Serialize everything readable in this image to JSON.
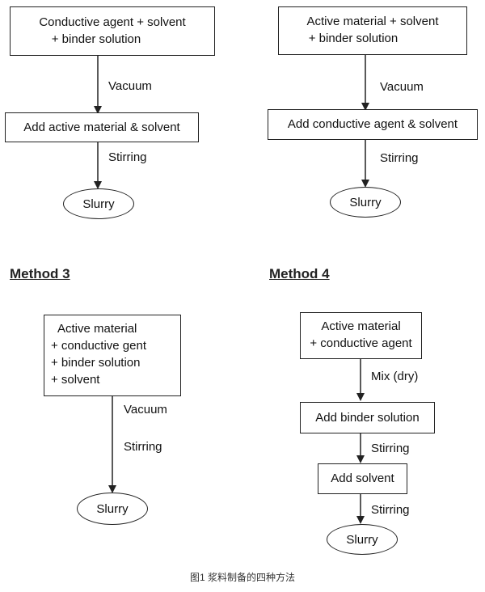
{
  "method1": {
    "box1_lines": [
      "Conductive agent + solvent",
      "+ binder solution"
    ],
    "step1_label": "Vacuum",
    "box2": "Add active material & solvent",
    "step2_label": "Stirring",
    "end": "Slurry"
  },
  "method2": {
    "box1_lines": [
      "Active material + solvent",
      "+ binder solution"
    ],
    "step1_label": "Vacuum",
    "box2": "Add conductive agent & solvent",
    "step2_label": "Stirring",
    "end": "Slurry"
  },
  "method3": {
    "heading": "Method 3",
    "box1_lines": [
      "Active material",
      "+ conductive gent",
      "+ binder solution",
      "+ solvent"
    ],
    "step1_label": "Vacuum",
    "step2_label": "Stirring",
    "end": "Slurry"
  },
  "method4": {
    "heading": "Method 4",
    "box1_lines": [
      "Active material",
      "+ conductive agent"
    ],
    "step1_label": "Mix (dry)",
    "box2": "Add binder solution",
    "step2_label": "Stirring",
    "box3": "Add solvent",
    "step3_label": "Stirring",
    "end": "Slurry"
  },
  "caption": "图1 浆料制备的四种方法"
}
